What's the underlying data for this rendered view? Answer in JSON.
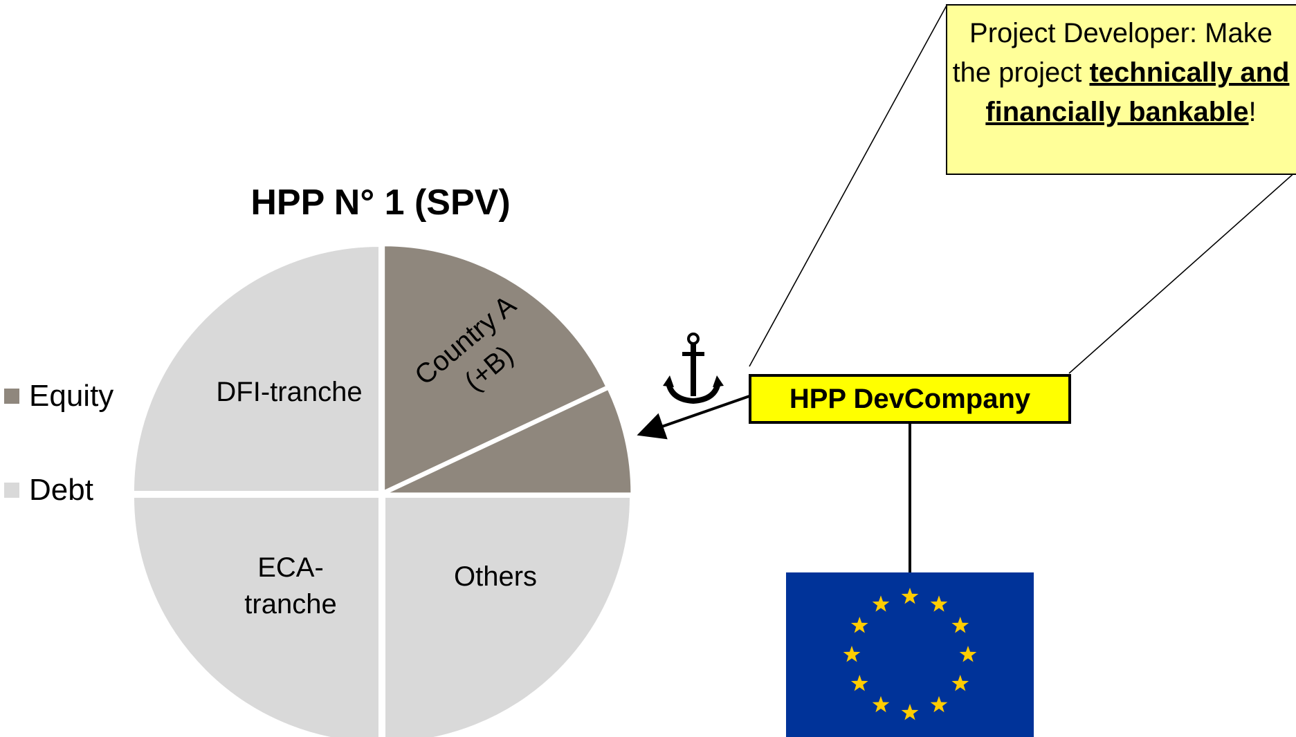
{
  "title": "HPP N° 1 (SPV)",
  "chart_data": {
    "type": "pie",
    "title": "HPP N° 1 (SPV)",
    "slices": [
      {
        "label": "Country A (+B)",
        "value": 18,
        "group": "Equity"
      },
      {
        "label": "",
        "value": 7,
        "group": "Equity"
      },
      {
        "label": "Others",
        "value": 25,
        "group": "Debt"
      },
      {
        "label": "ECA-tranche",
        "value": 25,
        "group": "Debt"
      },
      {
        "label": "DFI-tranche",
        "value": 25,
        "group": "Debt"
      }
    ],
    "legend": [
      {
        "name": "Equity",
        "color": "#8f877d"
      },
      {
        "name": "Debt",
        "color": "#d9d9d9"
      }
    ],
    "legend_position": "left"
  },
  "slice_labels": {
    "country_line1": "Country A",
    "country_line2": "(+B)",
    "dfi": "DFI-tranche",
    "eca_line1": "ECA-",
    "eca_line2": "tranche",
    "others": "Others"
  },
  "legend_labels": {
    "equity": "Equity",
    "debt": "Debt"
  },
  "callout": {
    "part1": "Project Developer: Make the project ",
    "emphasis": "technically and financially bankable",
    "suffix": "!"
  },
  "devcompany": {
    "label": "HPP DevCompany"
  },
  "icons": {
    "anchor": "anchor-icon",
    "flag": "eu-flag-icon",
    "star": "star-icon"
  },
  "colors": {
    "equity": "#8f877d",
    "debt": "#d9d9d9",
    "callout_fill": "#ffff99",
    "devco_fill": "#ffff00",
    "eu_blue": "#003399",
    "eu_star": "#ffcc00"
  }
}
